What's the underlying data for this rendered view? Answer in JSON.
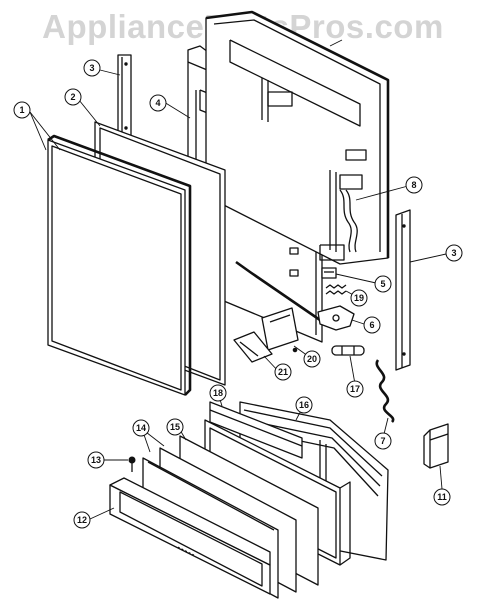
{
  "watermark": "AppliancePartsPros.com",
  "callouts": [
    {
      "id": "c1",
      "label": "1"
    },
    {
      "id": "c2",
      "label": "2"
    },
    {
      "id": "c3a",
      "label": "3"
    },
    {
      "id": "c3b",
      "label": "3"
    },
    {
      "id": "c4",
      "label": "4"
    },
    {
      "id": "c5",
      "label": "5"
    },
    {
      "id": "c6",
      "label": "6"
    },
    {
      "id": "c7",
      "label": "7"
    },
    {
      "id": "c8",
      "label": "8"
    },
    {
      "id": "c11",
      "label": "11"
    },
    {
      "id": "c12",
      "label": "12"
    },
    {
      "id": "c13",
      "label": "13"
    },
    {
      "id": "c14",
      "label": "14"
    },
    {
      "id": "c15",
      "label": "15"
    },
    {
      "id": "c16",
      "label": "16"
    },
    {
      "id": "c17",
      "label": "17"
    },
    {
      "id": "c18",
      "label": "18"
    },
    {
      "id": "c19",
      "label": "19"
    },
    {
      "id": "c20",
      "label": "20"
    },
    {
      "id": "c21",
      "label": "21"
    }
  ]
}
